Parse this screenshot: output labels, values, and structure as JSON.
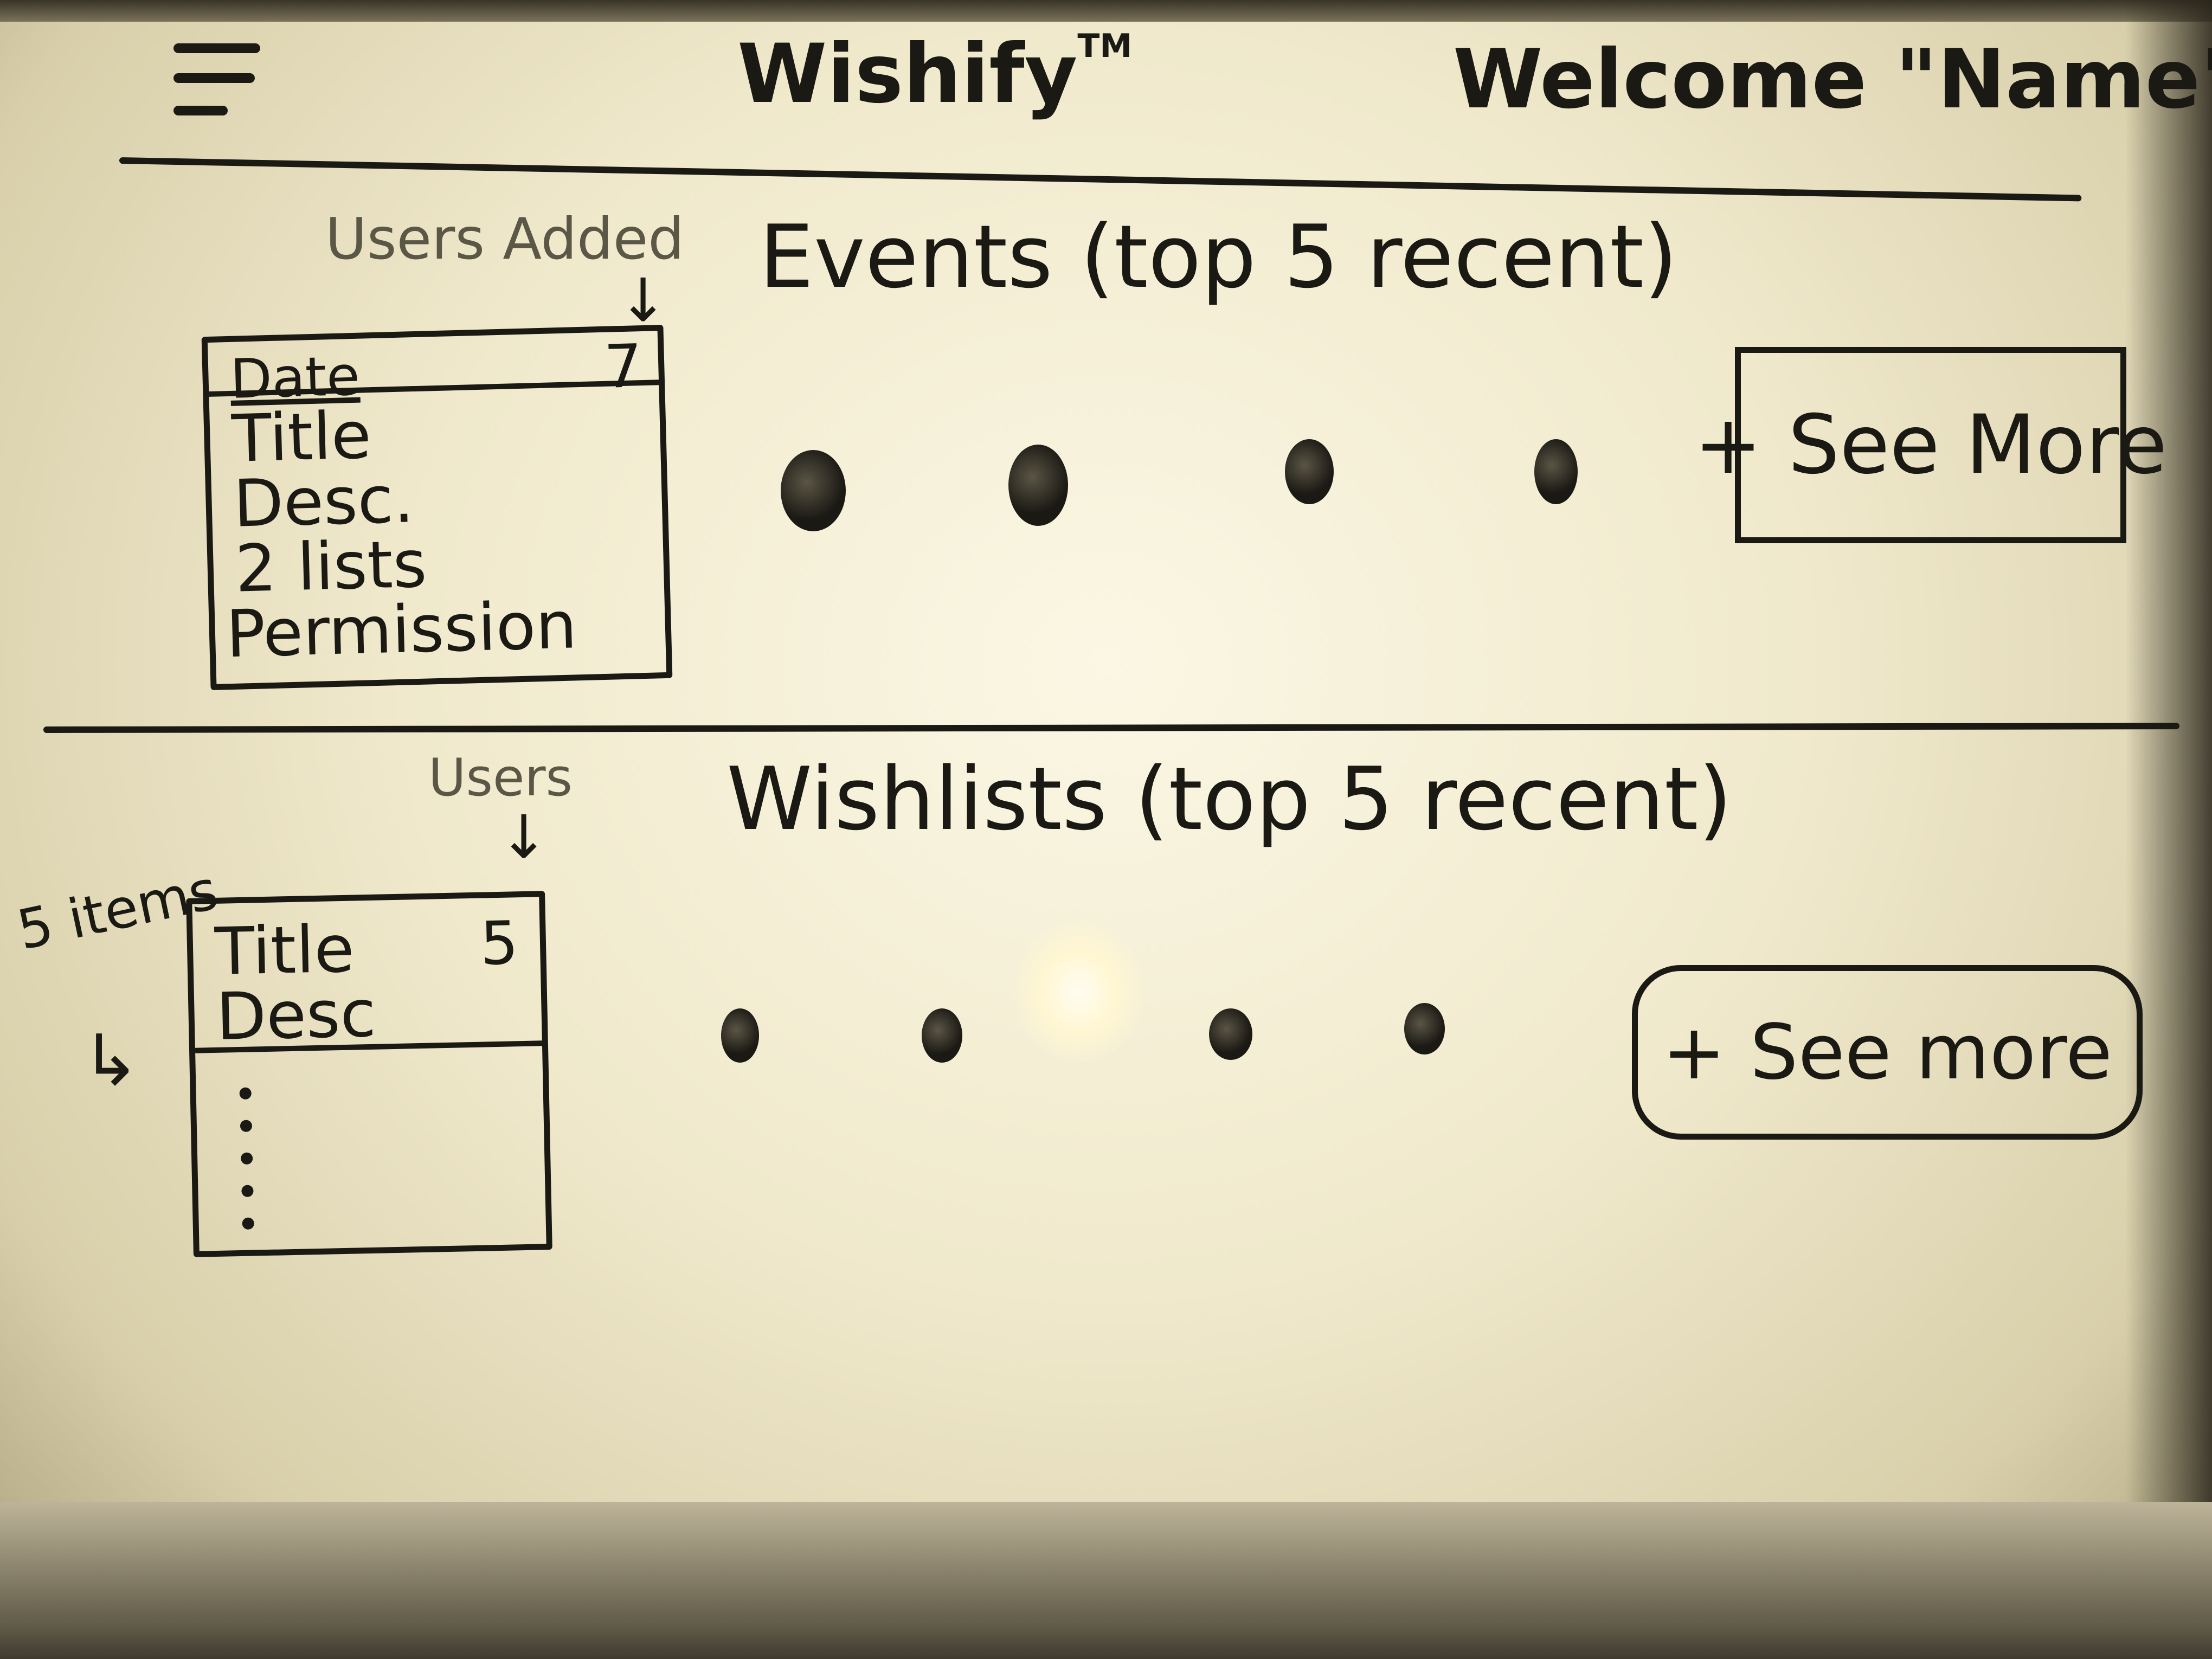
{
  "header": {
    "app_title": "Wishify",
    "trademark": "TM",
    "welcome": "Welcome \"Name\""
  },
  "events": {
    "heading": "Events (top 5 recent)",
    "annotation": "Users Added",
    "card": {
      "date": "Date",
      "users_count": "7",
      "title": "Title",
      "desc": "Desc.",
      "lists": "2 lists",
      "permission": "Permission"
    },
    "see_more": "+ See More"
  },
  "wishlists": {
    "heading": "Wishlists (top 5 recent)",
    "annotation_users": "Users",
    "annotation_items": "5 items",
    "card": {
      "title": "Title",
      "users_count": "5",
      "desc": "Desc"
    },
    "see_more": "+ See more"
  },
  "icons": {
    "menu": "hamburger-menu-icon",
    "arrow_down": "arrow-down-icon",
    "arrow_right": "arrow-right-icon"
  },
  "colors": {
    "ink": "#1b1914",
    "board": "#f4eed5"
  }
}
